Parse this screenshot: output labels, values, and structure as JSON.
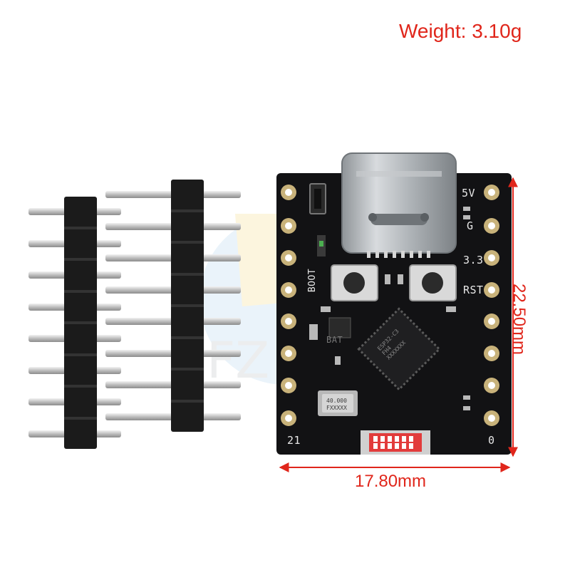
{
  "labels": {
    "weight": "Weight: 3.10g",
    "width": "17.80mm",
    "height": "22.50mm"
  },
  "silkscreen": {
    "top_right_1": "5V",
    "top_right_2": "G",
    "top_right_3": "3.3",
    "rst": "RST",
    "boot": "BOOT",
    "bat": "BAT",
    "bottom_left": "21",
    "bottom_right": "0"
  },
  "chip_marking": "ESP32-C3\nFH4\nXXXXXXX",
  "crystal_marking": "40.000\nFXXXXX",
  "colors": {
    "dimension_red": "#e0261b",
    "pcb_black": "#111113",
    "header_plastic": "#1a1a1a",
    "pin_silver": "#c9c9c9",
    "pad_gold": "#c8b27a",
    "usb_metal": "#b8bcc0"
  }
}
